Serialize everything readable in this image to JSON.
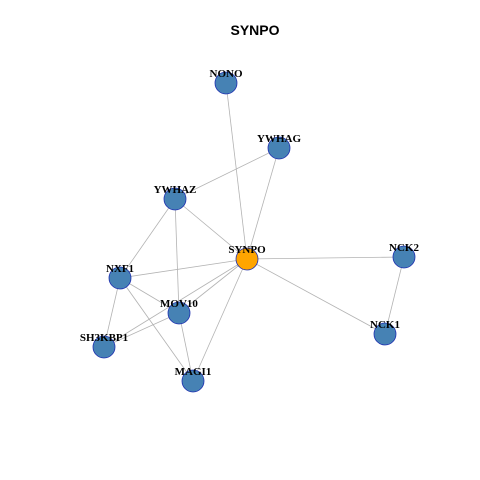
{
  "title": "SYNPO",
  "colors": {
    "center_node": "#ffa500",
    "node": "#4682b4",
    "node_border": "#1e2fb0",
    "edge": "#b3b3b3"
  },
  "nodes": [
    {
      "id": "NONO",
      "label": "NONO",
      "center": false
    },
    {
      "id": "YWHAG",
      "label": "YWHAG",
      "center": false
    },
    {
      "id": "YWHAZ",
      "label": "YWHAZ",
      "center": false
    },
    {
      "id": "SYNPO",
      "label": "SYNPO",
      "center": true
    },
    {
      "id": "NCK2",
      "label": "NCK2",
      "center": false
    },
    {
      "id": "NXF1",
      "label": "NXF1",
      "center": false
    },
    {
      "id": "MOV10",
      "label": "MOV10",
      "center": false
    },
    {
      "id": "NCK1",
      "label": "NCK1",
      "center": false
    },
    {
      "id": "SH3KBP1",
      "label": "SH3KBP1",
      "center": false
    },
    {
      "id": "MAGI1",
      "label": "MAGI1",
      "center": false
    }
  ],
  "edges": [
    [
      "SYNPO",
      "NONO"
    ],
    [
      "SYNPO",
      "YWHAG"
    ],
    [
      "SYNPO",
      "YWHAZ"
    ],
    [
      "SYNPO",
      "NCK2"
    ],
    [
      "SYNPO",
      "NCK1"
    ],
    [
      "SYNPO",
      "NXF1"
    ],
    [
      "SYNPO",
      "MOV10"
    ],
    [
      "SYNPO",
      "SH3KBP1"
    ],
    [
      "SYNPO",
      "MAGI1"
    ],
    [
      "YWHAG",
      "YWHAZ"
    ],
    [
      "YWHAZ",
      "NXF1"
    ],
    [
      "YWHAZ",
      "MOV10"
    ],
    [
      "NXF1",
      "SH3KBP1"
    ],
    [
      "NXF1",
      "MAGI1"
    ],
    [
      "NXF1",
      "MOV10"
    ],
    [
      "MOV10",
      "SH3KBP1"
    ],
    [
      "MOV10",
      "MAGI1"
    ],
    [
      "NCK2",
      "NCK1"
    ]
  ]
}
